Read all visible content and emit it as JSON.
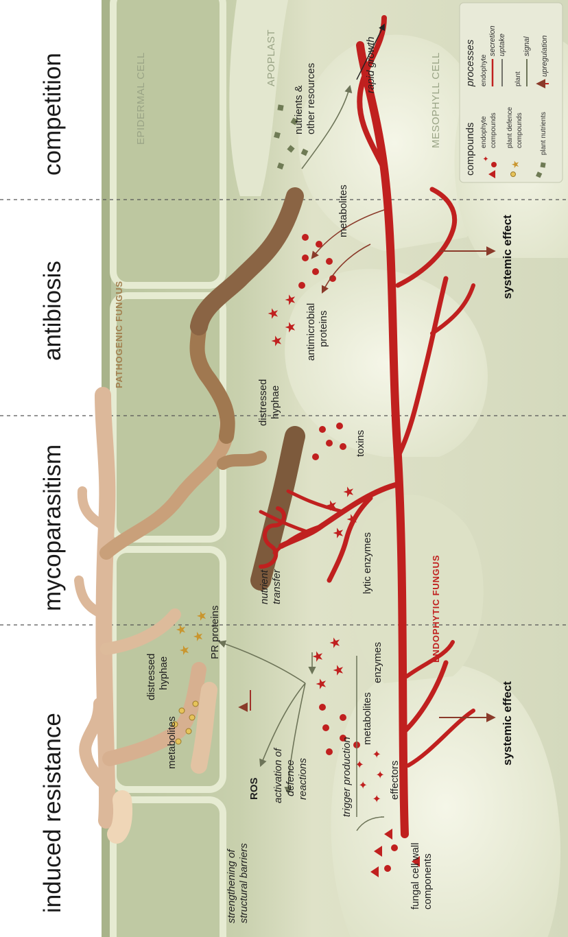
{
  "sections": [
    "induced resistance",
    "mycoparasitism",
    "antibiosis",
    "competition"
  ],
  "regions": {
    "epidermal": "EPIDERMAL CELL",
    "apoplast": "APOPLAST",
    "mesophyll": "MESOPHYLL CELL"
  },
  "fungi": {
    "pathogenic": "PATHOGENIC FUNGUS",
    "endophytic": "ENDOPHYTIC FUNGUS"
  },
  "labels": {
    "strengthening_1": "strengthening of",
    "strengthening_2": "structural barriers",
    "ros": "ROS",
    "activation_1": "activation of",
    "activation_2": "defence",
    "activation_3": "reactions",
    "trigger": "trigger production",
    "metabolites_ir": "metabolites",
    "distressed_1a": "distressed",
    "distressed_1b": "hyphae",
    "pr_proteins": "PR proteins",
    "effectors": "effectors",
    "fungal_wall_1": "fungal cell wall",
    "fungal_wall_2": "components",
    "metabolites_endo": "metabolites",
    "enzymes": "enzymes",
    "nutrient_transfer_1": "nutrient",
    "nutrient_transfer_2": "transfer",
    "lytic_enzymes": "lytic enzymes",
    "toxins": "toxins",
    "distressed_2a": "distressed",
    "distressed_2b": "hyphae",
    "antimicrobial_1": "antimicrobial",
    "antimicrobial_2": "proteins",
    "metabolites_ab": "metabolites",
    "nutrients_1": "nutrients &",
    "nutrients_2": "other resources",
    "rapid_growth": "rapid growth",
    "systemic_1": "systemic effect",
    "systemic_2": "systemic effect"
  },
  "legend": {
    "compounds_title": "compounds",
    "processes_title": "processes",
    "endophyte_1": "endophyte",
    "endophyte_2": "compounds",
    "plant_def_1": "plant defence",
    "plant_def_2": "compounds",
    "plant_nutrients": "plant nutrients",
    "proc_endophyte": "endophyte",
    "proc_secretion": "secretion",
    "proc_uptake": "uptake",
    "proc_plant": "plant",
    "proc_signal": "signal",
    "proc_upregulation": "upregulation"
  },
  "colors": {
    "endophyte": "#c0201f",
    "pathogen_light": "#dcb89a",
    "pathogen_dark": "#7d5a3c",
    "defence_compound": "#c9962f",
    "plant_nutrient": "#6f7b55",
    "background": "#d8dcc0"
  }
}
